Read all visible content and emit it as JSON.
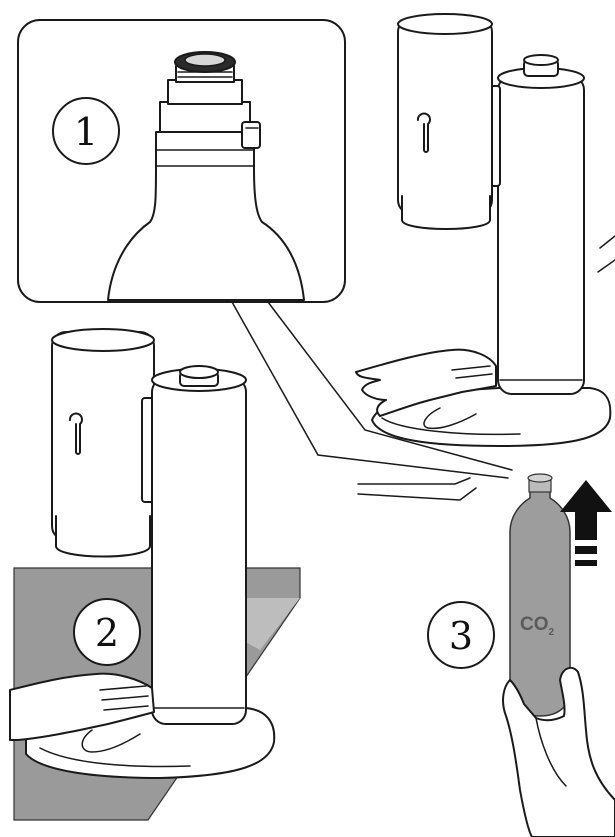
{
  "steps": [
    {
      "number": "1"
    },
    {
      "number": "2"
    },
    {
      "number": "3"
    }
  ],
  "cylinder_label": {
    "main": "CO",
    "subscript": "2"
  },
  "colors": {
    "ink": "#1a1a1a",
    "paper": "#ffffff",
    "table_gray": "#9a9a9a",
    "cylinder_gray": "#9d9d9d",
    "arrow": "#111111"
  },
  "icons": [
    "hand-icon",
    "arrow-up-icon",
    "co2-cylinder-icon",
    "soda-machine-icon"
  ]
}
